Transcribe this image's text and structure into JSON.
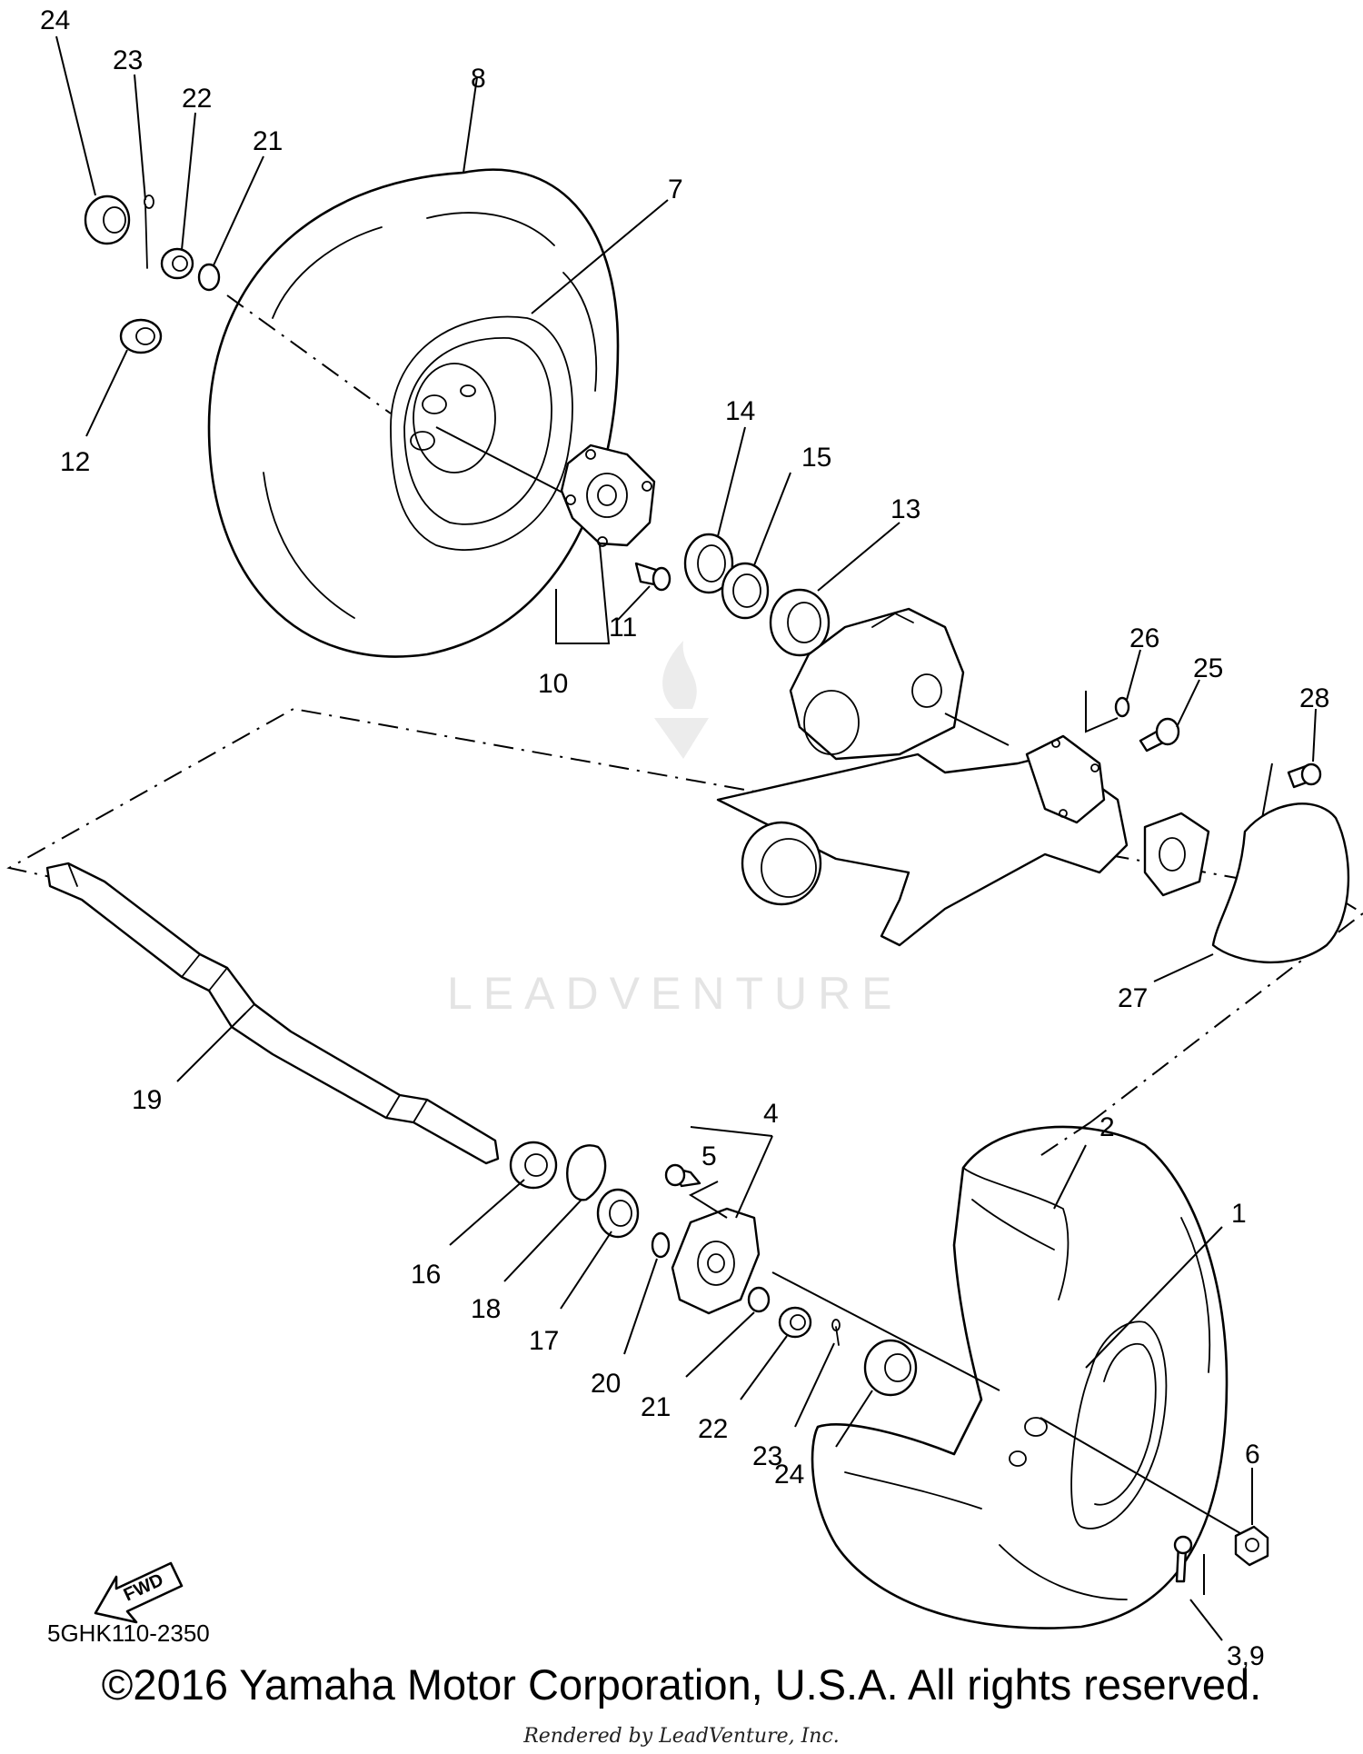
{
  "diagram": {
    "code": "5GHK110-2350",
    "copyright": "©2016 Yamaha Motor Corporation, U.S.A. All rights reserved.",
    "rendered_by": "Rendered by LeadVenture, Inc.",
    "watermark": "LEADVENTURE",
    "fwd_label": "FWD",
    "callouts": [
      {
        "id": "c24a",
        "label": "24"
      },
      {
        "id": "c23a",
        "label": "23"
      },
      {
        "id": "c22a",
        "label": "22"
      },
      {
        "id": "c21a",
        "label": "21"
      },
      {
        "id": "c8",
        "label": "8"
      },
      {
        "id": "c7",
        "label": "7"
      },
      {
        "id": "c12",
        "label": "12"
      },
      {
        "id": "c14",
        "label": "14"
      },
      {
        "id": "c15",
        "label": "15"
      },
      {
        "id": "c13",
        "label": "13"
      },
      {
        "id": "c11",
        "label": "11"
      },
      {
        "id": "c10",
        "label": "10"
      },
      {
        "id": "c26",
        "label": "26"
      },
      {
        "id": "c25",
        "label": "25"
      },
      {
        "id": "c28",
        "label": "28"
      },
      {
        "id": "c27",
        "label": "27"
      },
      {
        "id": "c19",
        "label": "19"
      },
      {
        "id": "c4",
        "label": "4"
      },
      {
        "id": "c5",
        "label": "5"
      },
      {
        "id": "c2",
        "label": "2"
      },
      {
        "id": "c1",
        "label": "1"
      },
      {
        "id": "c16",
        "label": "16"
      },
      {
        "id": "c18",
        "label": "18"
      },
      {
        "id": "c17",
        "label": "17"
      },
      {
        "id": "c20",
        "label": "20"
      },
      {
        "id": "c21b",
        "label": "21"
      },
      {
        "id": "c22b",
        "label": "22"
      },
      {
        "id": "c23b",
        "label": "23"
      },
      {
        "id": "c24b",
        "label": "24"
      },
      {
        "id": "c6",
        "label": "6"
      },
      {
        "id": "c39",
        "label": "3,9"
      }
    ]
  }
}
